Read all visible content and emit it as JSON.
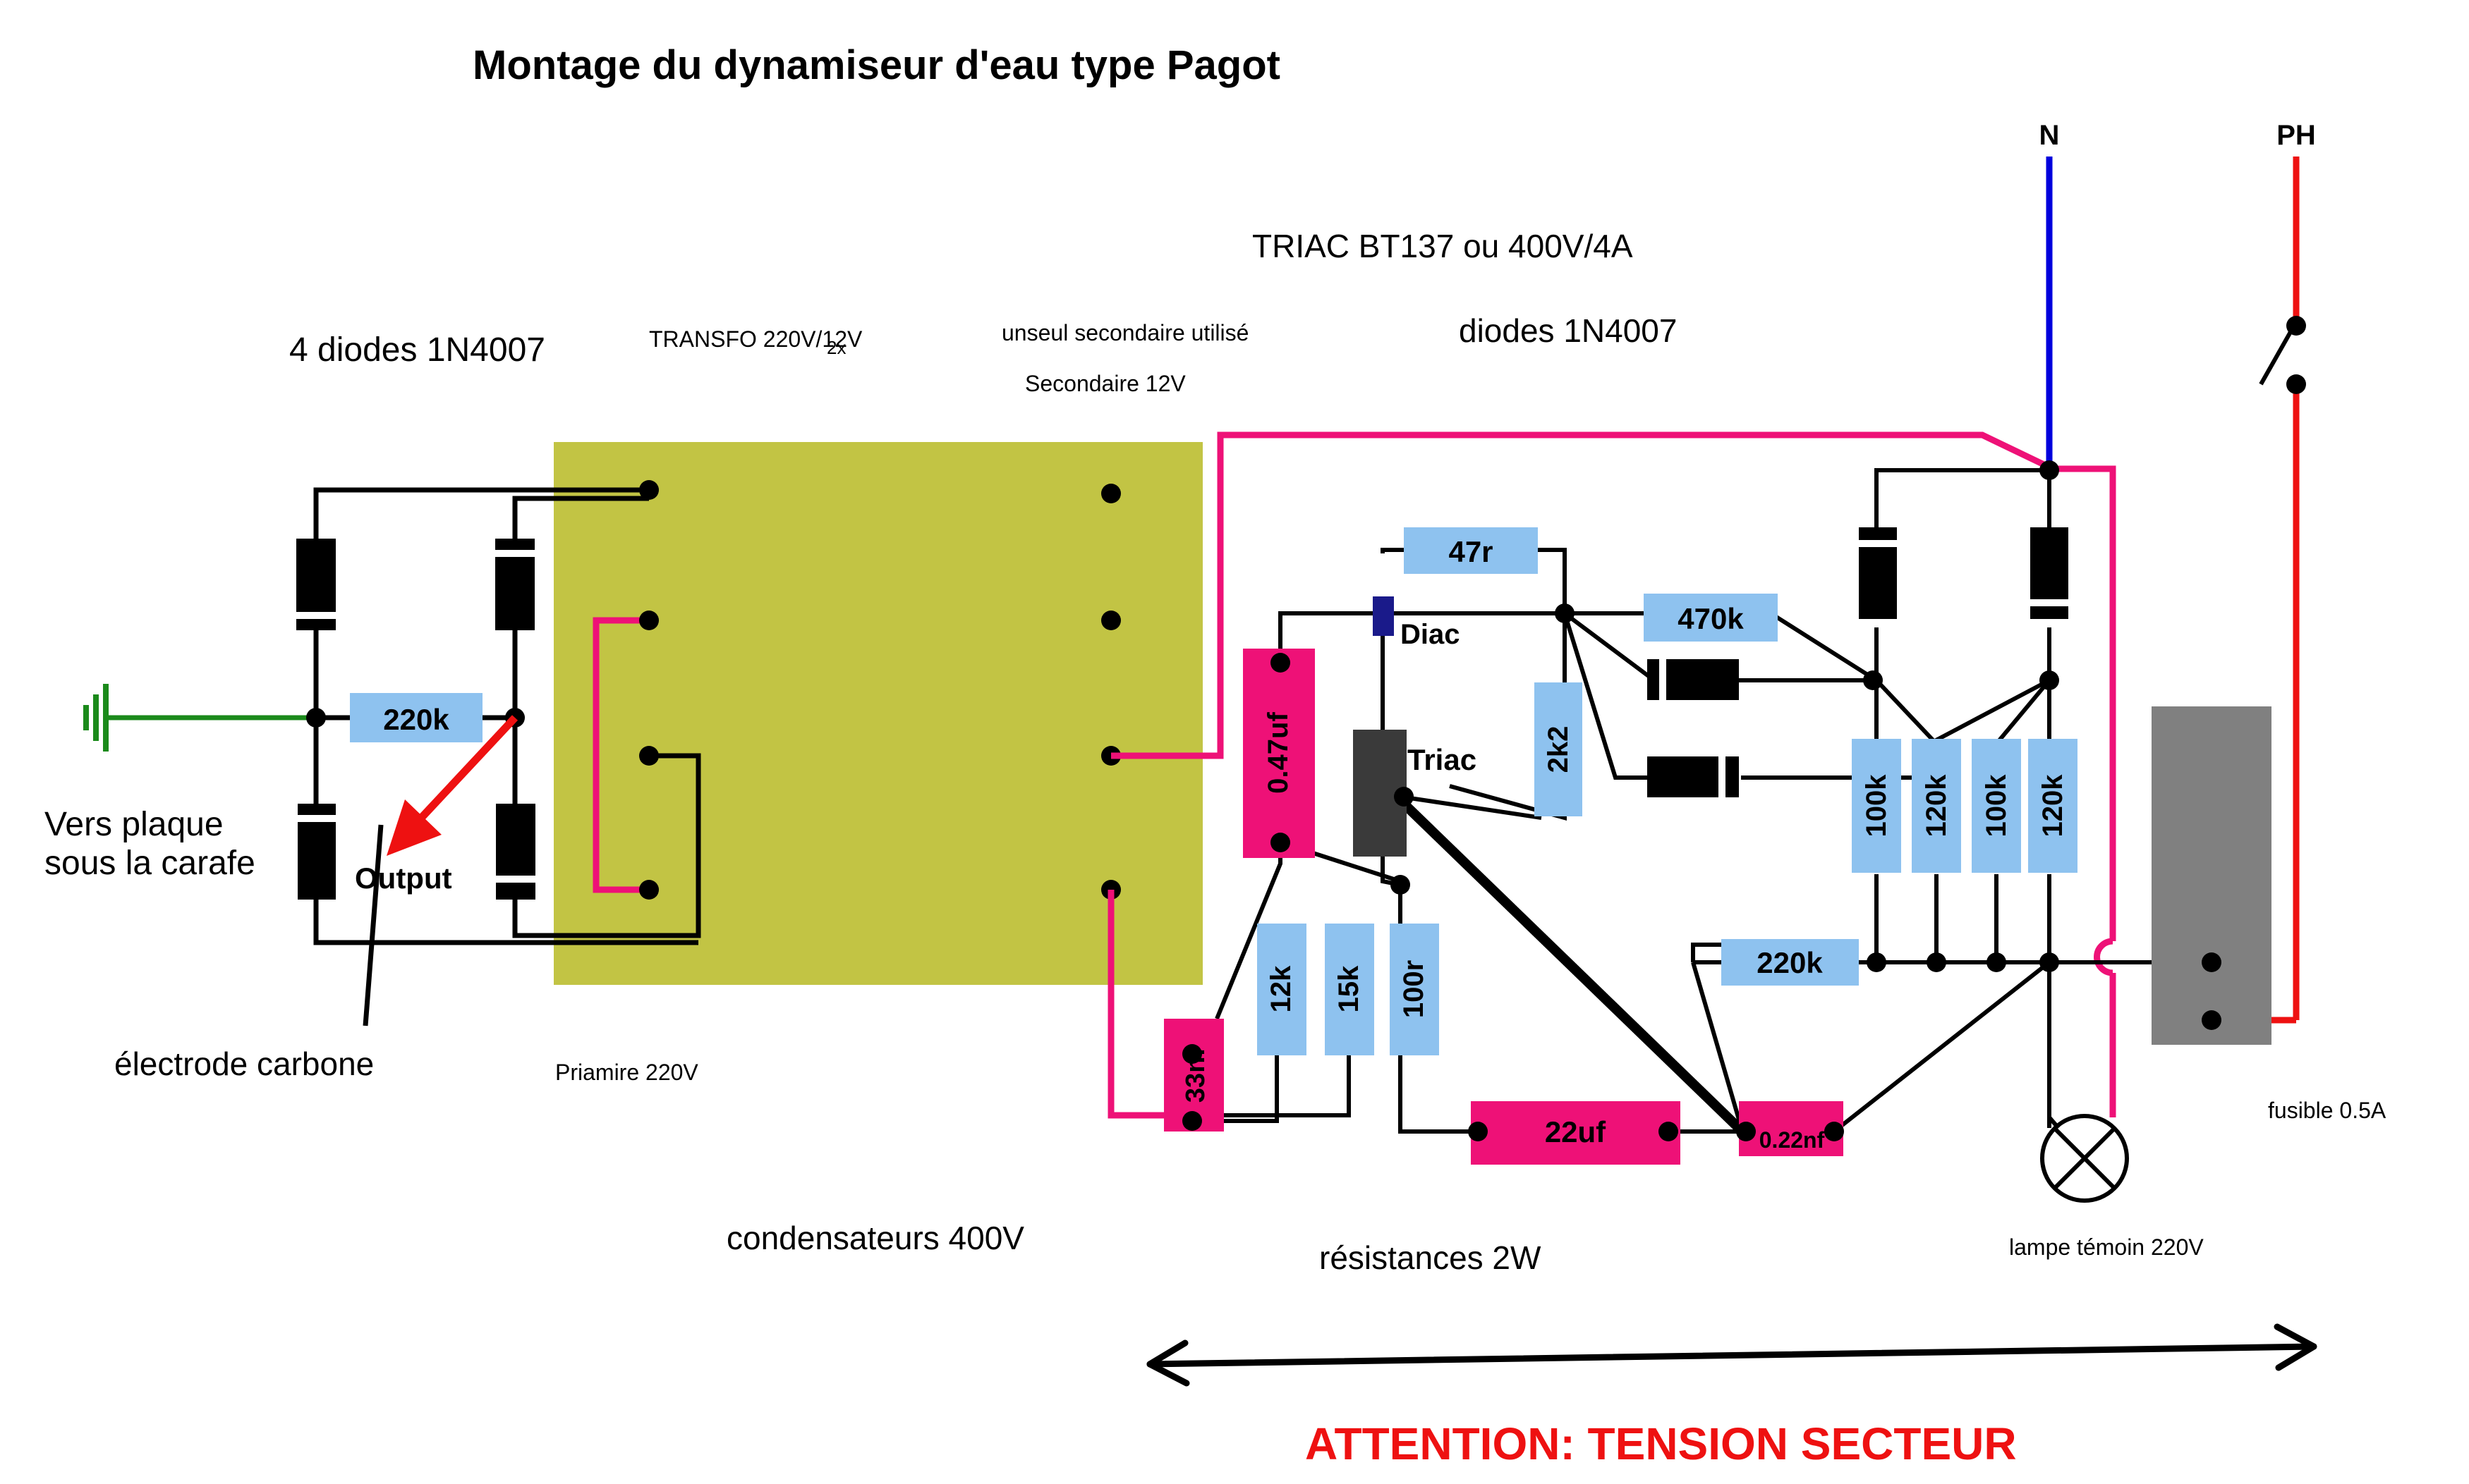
{
  "title": "Montage du dynamiseur d'eau type Pagot",
  "labels": {
    "neutral": "N",
    "phase": "PH",
    "triac_spec": "TRIAC BT137 ou 400V/4A",
    "diodes_left": "4 diodes 1N4007",
    "transfo": "TRANSFO 220V/12V",
    "transfo_2x": "2x",
    "unseul": "unseul secondaire utilisé",
    "secondaire": "Secondaire 12V",
    "diodes_right": "diodes 1N4007",
    "vers_plaque_1": "Vers plaque",
    "vers_plaque_2": "sous la carafe",
    "output": "Output",
    "electrode": "électrode carbone",
    "primaire": "Priamire 220V",
    "condensateurs": "condensateurs 400V",
    "resistances": "résistances 2W",
    "fusible": "fusible 0.5A",
    "lampe": "lampe témoin 220V",
    "attention": "ATTENTION: TENSION SECTEUR",
    "diac": "Diac",
    "triac": "Triac"
  },
  "components": {
    "r220k_left": "220k",
    "r47r": "47r",
    "r470k": "470k",
    "r2k2": "2k2",
    "c047uf": "0.47uf",
    "r12k": "12k",
    "r15k": "15k",
    "r100r": "100r",
    "c33nf": "33nf",
    "c22uf": "22uf",
    "c022nf": "0.22nf",
    "r220k_right": "220k",
    "r100k_a": "100k",
    "r120k_a": "120k",
    "r100k_b": "100k",
    "r120k_b": "120k"
  },
  "colors": {
    "transfo": "#c2c444",
    "resistor": "#8ec2ef",
    "capacitor": "#ee1177",
    "neutral_wire": "#0000dd",
    "phase_wire": "#ee1111",
    "ground_wire": "#1b8a1b",
    "warning": "#ee1111",
    "fuse": "#808080",
    "triac": "#3a3a3a",
    "diac": "#1a1a8a"
  }
}
